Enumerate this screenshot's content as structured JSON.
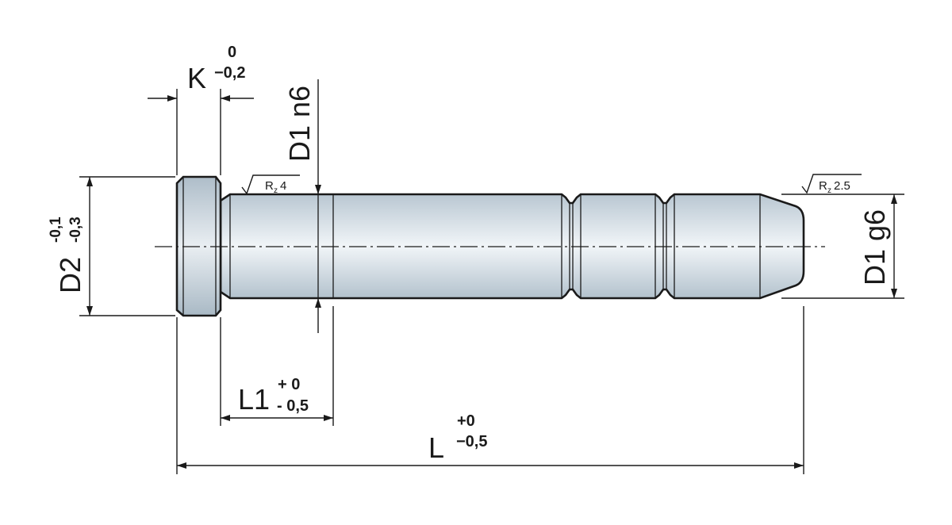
{
  "labels": {
    "k": "K",
    "k_upper": "0",
    "k_lower": "−0,2",
    "d1_top": "D1 n6",
    "d1_right": "D1 g6",
    "d2": "D2",
    "d2_upper": "-0,1",
    "d2_lower": "-0,3",
    "l1": "L1",
    "l1_upper": "+ 0",
    "l1_lower": "- 0,5",
    "l": "L",
    "l_upper": "+0",
    "l_lower": "−0,5",
    "rough1_r": "R",
    "rough1_z": "z",
    "rough1_val": "4",
    "rough2_r": "R",
    "rough2_z": "z",
    "rough2_val": "2.5"
  },
  "colors": {
    "outline": "#1a1a1a",
    "metal_dark": "#b9c7d2",
    "metal_light": "#f1f5f8"
  }
}
